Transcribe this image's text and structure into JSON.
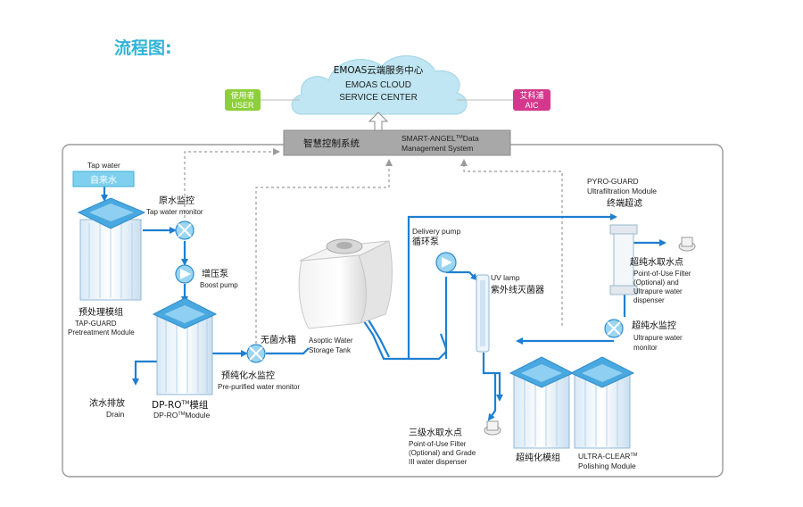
{
  "page": {
    "heading": "流程图:"
  },
  "cloud": {
    "zh": "EMOAS云端服务中心",
    "en1": "EMOAS CLOUD",
    "en2": "SERVICE CENTER"
  },
  "badges": {
    "user": {
      "zh": "使用者",
      "en": "USER"
    },
    "aic": {
      "zh": "艾科浦",
      "en": "AIC"
    }
  },
  "control_bar": {
    "zh": "智慧控制系统",
    "en1": "SMART-ANGEL",
    "tm": "TM",
    "en1b": "Data",
    "en2": "Management System"
  },
  "labels": {
    "tap_water_en": "Tap water",
    "tap_water_zh": "自来水",
    "raw_monitor_zh": "原水监控",
    "raw_monitor_en": "Tap water monitor",
    "boost_zh": "增压泵",
    "boost_en": "Boost pump",
    "pretreat_zh": "预处理模组",
    "pretreat_en1": "TAP-GUARD",
    "pretreat_en2": "Pretreatment Module",
    "tank_zh": "无菌水箱",
    "tank_en1": "Asoptic Water",
    "tank_en2": "Storage Tank",
    "prepurified_zh": "预纯化水监控",
    "prepurified_en": "Pre-purified water monitor",
    "drain_zh": "浓水排放",
    "drain_en": "Drain",
    "dpro_zh": "DP-RO",
    "dpro_tm": "TM",
    "dpro_zh2": "模组",
    "dpro_en": "DP-RO",
    "dpro_en_tm": "TM",
    "dpro_en2": "Module",
    "delivery_en": "Delivery pump",
    "delivery_zh": "循环泵",
    "uv_en": "UV lamp",
    "uv_zh": "紫外线灭菌器",
    "pyro_en1": "PYRO-GUARD",
    "pyro_en2": "Ultrafiltration Module",
    "pyro_zh": "终端超滤",
    "up_point_zh": "超纯水取水点",
    "up_point_en1": "Point-of-Use Filter",
    "up_point_en2": "(Optional) and",
    "up_point_en3": "Ultrapure water",
    "up_point_en4": "dispenser",
    "up_monitor_zh": "超纯水监控",
    "up_monitor_en1": "Ultrapure water",
    "up_monitor_en2": "monitor",
    "grade3_zh": "三级水取水点",
    "grade3_en1": "Point-of-Use Filter",
    "grade3_en2": "(Optional) and Grade",
    "grade3_en3": "III water dispenser",
    "polish_zh": "超纯化模组",
    "polish_en1": "ULTRA-CLEAR",
    "polish_tm": "TM",
    "polish_en2": "Polishing Module"
  },
  "colors": {
    "flow": "#1f7fd0",
    "cloud": "#bfe6f2",
    "user_badge": "#8ccf3a",
    "aic_badge": "#d4388c",
    "control_bar": "#a8a8a8",
    "heading": "#31b3d6"
  }
}
